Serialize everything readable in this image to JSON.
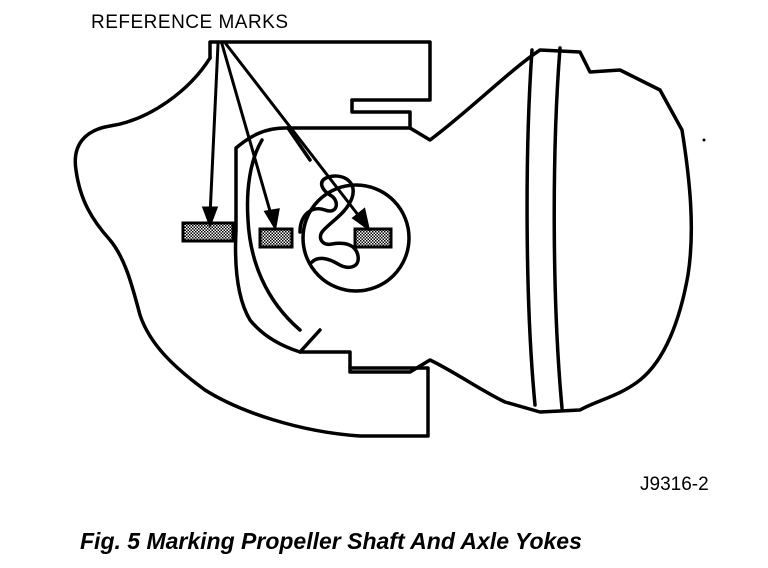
{
  "callout": {
    "label": "REFERENCE MARKS"
  },
  "figure_code": "J9316-2",
  "caption": "Fig. 5 Marking Propeller Shaft And Axle Yokes"
}
